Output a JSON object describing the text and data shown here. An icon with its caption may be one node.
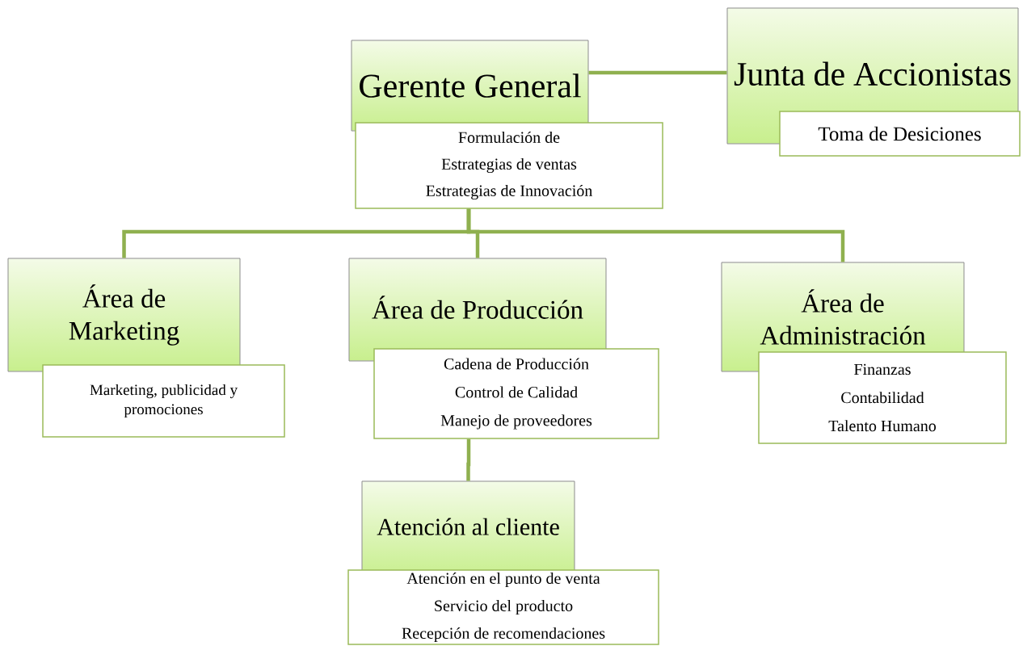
{
  "diagram": {
    "nodes": [
      {
        "text": [
          "Gerente General"
        ]
      },
      {
        "text": [
          "Formulación de",
          "Estrategias de ventas",
          "Estrategias de Innovación"
        ]
      },
      {
        "text": [
          "Junta de Accionistas"
        ]
      },
      {
        "text": [
          "Toma de Desiciones"
        ]
      },
      {
        "text": [
          "Área de Marketing"
        ]
      },
      {
        "text": [
          "Marketing, publicidad y promociones"
        ]
      },
      {
        "text": [
          "Área de Producción"
        ]
      },
      {
        "text": [
          "Cadena de Producción",
          "Control de Calidad",
          "Manejo de proveedores"
        ]
      },
      {
        "text": [
          "Área de Administración"
        ]
      },
      {
        "text": [
          "Finanzas",
          "Contabilidad",
          "Talento Humano"
        ]
      },
      {
        "text": [
          "Atención al cliente"
        ]
      },
      {
        "text": [
          "Atención en el punto de venta",
          "Servicio del producto",
          "Recepción  de recomendaciones"
        ]
      }
    ],
    "edges": [
      {
        "from": 0,
        "to": 2,
        "arrow": "none"
      },
      {
        "from": 1,
        "to": 4,
        "arrow": "none"
      },
      {
        "from": 1,
        "to": 6,
        "arrow": "none"
      },
      {
        "from": 1,
        "to": 8,
        "arrow": "none"
      },
      {
        "from": 7,
        "to": 10,
        "arrow": "none"
      }
    ]
  }
}
